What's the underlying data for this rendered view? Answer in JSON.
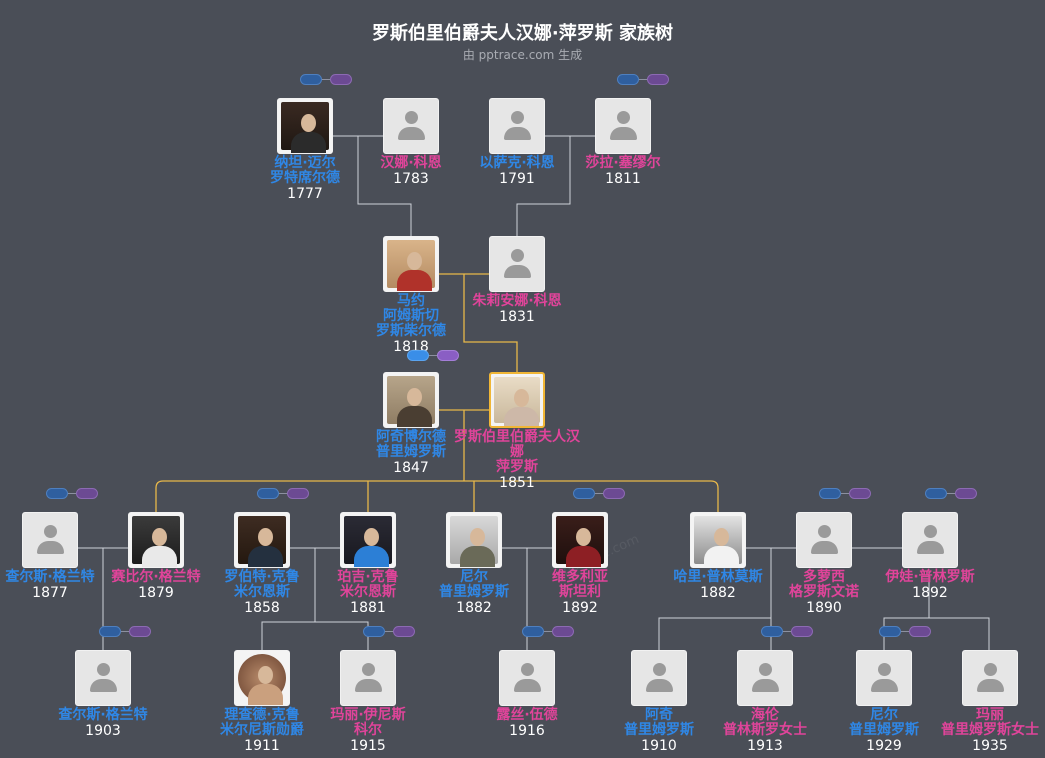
{
  "header": {
    "title": "罗斯伯里伯爵夫人汉娜·萍罗斯 家族树",
    "subtitle": "由 pptrace.com 生成"
  },
  "watermark": "pptrace.com",
  "colors": {
    "background": "#4a4e57",
    "male": "#2f87e6",
    "female": "#e0449a",
    "highlight_line": "#e8b84a",
    "line": "#cfd3da"
  },
  "people": [
    {
      "id": "p1",
      "name": "纳坦·迈尔\n罗特席尔德",
      "year": "1777",
      "gender": "m",
      "photo": "portrait-dark"
    },
    {
      "id": "p2",
      "name": "汉娜·科恩",
      "year": "1783",
      "gender": "f",
      "photo": "placeholder"
    },
    {
      "id": "p3",
      "name": "以萨克·科恩",
      "year": "1791",
      "gender": "m",
      "photo": "placeholder"
    },
    {
      "id": "p4",
      "name": "莎拉·塞缪尔",
      "year": "1811",
      "gender": "f",
      "photo": "placeholder"
    },
    {
      "id": "p5",
      "name": "马约\n阿姆斯切\n罗斯柴尔德",
      "year": "1818",
      "gender": "m",
      "photo": "portrait-red"
    },
    {
      "id": "p6",
      "name": "朱莉安娜·科恩",
      "year": "1831",
      "gender": "f",
      "photo": "placeholder"
    },
    {
      "id": "p7",
      "name": "阿奇博尔德\n普里姆罗斯",
      "year": "1847",
      "gender": "m",
      "photo": "portrait-sepia"
    },
    {
      "id": "p8",
      "name": "罗斯伯里伯爵夫人汉娜\n萍罗斯",
      "year": "1851",
      "gender": "f",
      "photo": "portrait-light",
      "selected": true
    },
    {
      "id": "p9",
      "name": "查尔斯·格兰特",
      "year": "1877",
      "gender": "m",
      "photo": "placeholder"
    },
    {
      "id": "p10",
      "name": "赛比尔·格兰特",
      "year": "1879",
      "gender": "f",
      "photo": "portrait-white"
    },
    {
      "id": "p11",
      "name": "罗伯特·克鲁\n米尔恩斯",
      "year": "1858",
      "gender": "m",
      "photo": "portrait-uniform"
    },
    {
      "id": "p12",
      "name": "珀吉·克鲁\n米尔恩斯",
      "year": "1881",
      "gender": "f",
      "photo": "portrait-blue"
    },
    {
      "id": "p13",
      "name": "尼尔\n普里姆罗斯",
      "year": "1882",
      "gender": "m",
      "photo": "portrait-soldier"
    },
    {
      "id": "p14",
      "name": "维多利亚\n斯坦利",
      "year": "1892",
      "gender": "f",
      "photo": "portrait-redhat"
    },
    {
      "id": "p15",
      "name": "哈里·普林莫斯",
      "year": "1882",
      "gender": "m",
      "photo": "portrait-cricket"
    },
    {
      "id": "p16",
      "name": "多萝西\n格罗斯文诺",
      "year": "1890",
      "gender": "f",
      "photo": "placeholder"
    },
    {
      "id": "p17",
      "name": "伊娃·普林罗斯",
      "year": "1892",
      "gender": "f",
      "photo": "placeholder"
    },
    {
      "id": "p18",
      "name": "查尔斯·格兰特",
      "year": "1903",
      "gender": "m",
      "photo": "placeholder"
    },
    {
      "id": "p19",
      "name": "理查德·克鲁\n米尔尼斯勋爵",
      "year": "1911",
      "gender": "m",
      "photo": "portrait-oval"
    },
    {
      "id": "p20",
      "name": "玛丽·伊尼斯\n科尔",
      "year": "1915",
      "gender": "f",
      "photo": "placeholder"
    },
    {
      "id": "p21",
      "name": "露丝·伍德",
      "year": "1916",
      "gender": "f",
      "photo": "placeholder"
    },
    {
      "id": "p22",
      "name": "阿奇\n普里姆罗斯",
      "year": "1910",
      "gender": "m",
      "photo": "placeholder"
    },
    {
      "id": "p23",
      "name": "海伦\n普林斯罗女士",
      "year": "1913",
      "gender": "f",
      "photo": "placeholder"
    },
    {
      "id": "p24",
      "name": "尼尔\n普里姆罗斯",
      "year": "1929",
      "gender": "m",
      "photo": "placeholder"
    },
    {
      "id": "p25",
      "name": "玛丽\n普里姆罗斯女士",
      "year": "1935",
      "gender": "f",
      "photo": "placeholder"
    }
  ]
}
